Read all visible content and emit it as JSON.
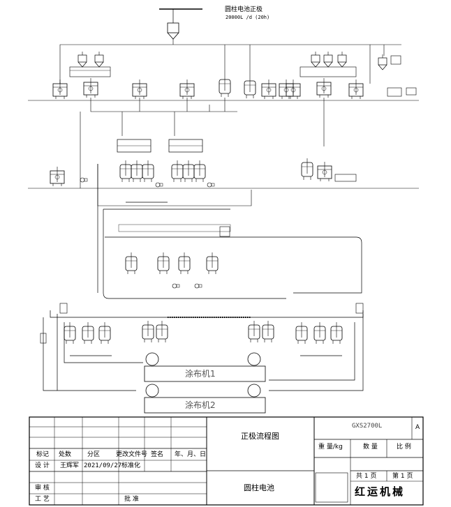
{
  "drawing": {
    "title": "圆柱电池正极",
    "capacity": "20000L /d  (20h)",
    "coaters": [
      "涂布机1",
      "涂布机2"
    ]
  },
  "title_block": {
    "drawing_name": "正极流程图",
    "product_name": "圆柱电池",
    "drawing_number": "GXS2700L",
    "revision": "A",
    "headers": {
      "mark": "标记",
      "count": "处数",
      "zone": "分区",
      "change_doc": "更改文件号",
      "sign": "签名",
      "date": "年、月、日"
    },
    "rows": {
      "design_label": "设 计",
      "designer": "王辉军",
      "design_date": "2021/09/27",
      "standardize": "标准化",
      "review_label": "审 核",
      "process_label": "工 艺",
      "approve_label": "批 准"
    },
    "weight_label": "重 量/kg",
    "quantity_label": "数 量",
    "scale_label": "比 例",
    "total_pages": "共 1 页",
    "page_number": "第 1 页",
    "company": "红运机械"
  }
}
